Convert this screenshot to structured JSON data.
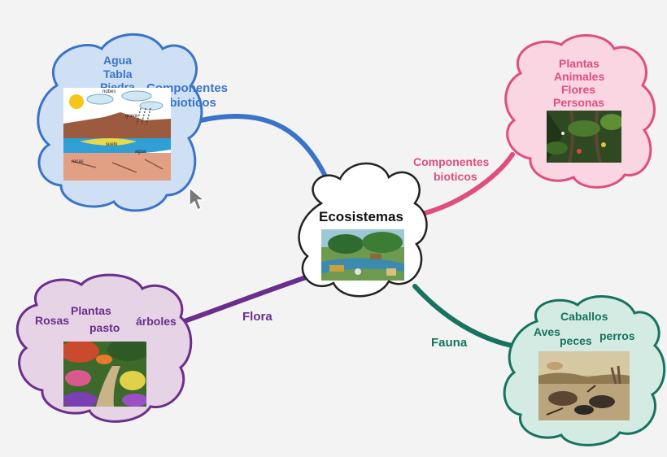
{
  "diagram": {
    "center": {
      "title": "Ecosistemas"
    },
    "branches": {
      "abioticos": {
        "link_label_line1": "Componentes",
        "link_label_line2": "abioticos",
        "color": "#3a74c8",
        "cloud_fill": "#cfe0f4",
        "items": [
          "Agua",
          "Tabla",
          "Piedra"
        ],
        "image_labels": {
          "nubes": "nubes",
          "grava": "grava",
          "suelo": "suelo",
          "agua": "agua",
          "rocas": "rocas"
        }
      },
      "bioticos": {
        "link_label_line1": "Componentes",
        "link_label_line2": "bioticos",
        "color": "#e04d7f",
        "cloud_fill": "#f9d6e1",
        "items": [
          "Plantas",
          "Animales",
          "Flores",
          "Personas"
        ]
      },
      "flora": {
        "link_label": "Flora",
        "color": "#6b2e8c",
        "cloud_fill": "#e6d3e6",
        "items": [
          "Rosas",
          "Plantas",
          "pasto",
          "árboles"
        ]
      },
      "fauna": {
        "link_label": "Fauna",
        "color": "#17735f",
        "cloud_fill": "#d3ebe3",
        "items": [
          "Caballos",
          "Aves",
          "peces",
          "perros"
        ]
      }
    }
  },
  "icons": {
    "cursor": "mouse-pointer-icon"
  }
}
